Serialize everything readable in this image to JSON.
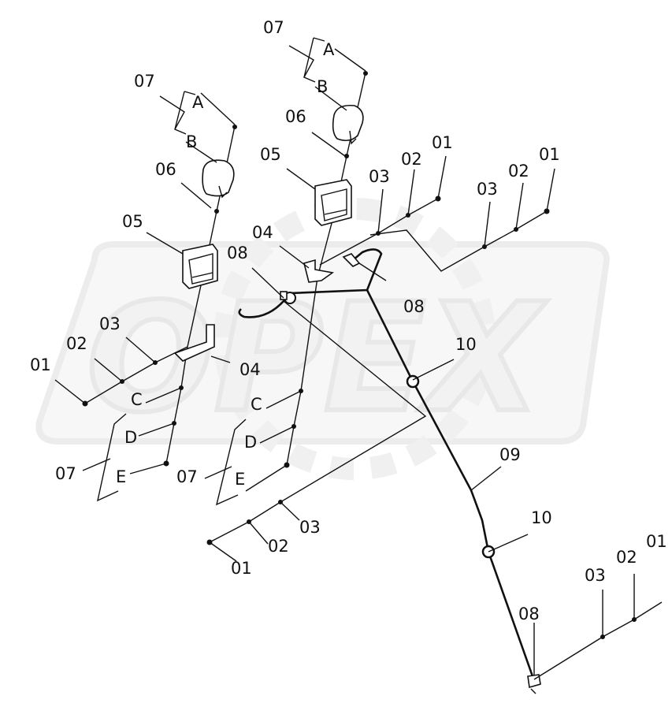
{
  "watermark": "OPEX",
  "callouts": {
    "tl_07": "07",
    "tl_A": "A",
    "tl_B": "B",
    "tl_06": "06",
    "tl_05": "05",
    "tc_07": "07",
    "tc_A": "A",
    "tc_B": "B",
    "tc_06": "06",
    "tc_05": "05",
    "tr1_01": "01",
    "tr1_02": "02",
    "tr1_03": "03",
    "tr2_01": "01",
    "tr2_02": "02",
    "tr2_03": "03",
    "m_04": "04",
    "m_08a": "08",
    "m_08b": "08",
    "l_01": "01",
    "l_02": "02",
    "l_03": "03",
    "l_04": "04",
    "l_C": "C",
    "l_D": "D",
    "l_E": "E",
    "l_07": "07",
    "c_C": "C",
    "c_D": "D",
    "c_E": "E",
    "c_07": "07",
    "b_01": "01",
    "b_02": "02",
    "b_03": "03",
    "r_10a": "10",
    "r_09": "09",
    "r_10b": "10",
    "r_08": "08",
    "br_01": "01",
    "br_02": "02",
    "br_03": "03"
  }
}
